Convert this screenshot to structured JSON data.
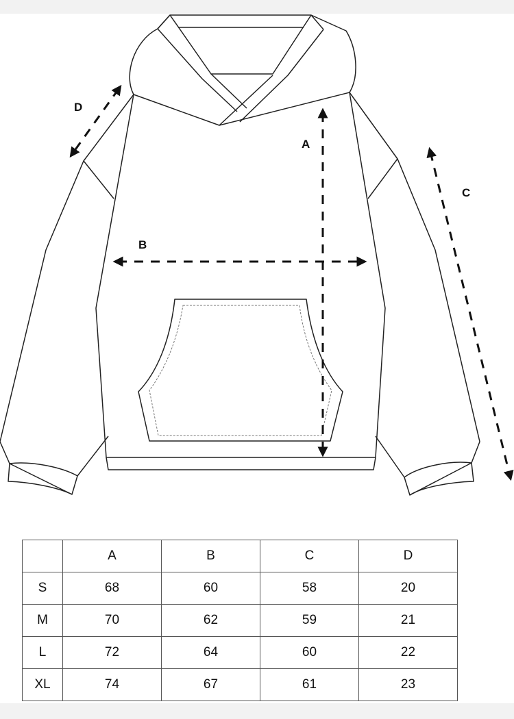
{
  "diagram": {
    "subject": "hoodie flat sketch",
    "labels": {
      "A": "A",
      "B": "B",
      "C": "C",
      "D": "D"
    }
  },
  "size_table": {
    "columns": [
      "",
      "A",
      "B",
      "C",
      "D"
    ],
    "rows": [
      {
        "size": "S",
        "A": "68",
        "B": "60",
        "C": "58",
        "D": "20"
      },
      {
        "size": "M",
        "A": "70",
        "B": "62",
        "C": "59",
        "D": "21"
      },
      {
        "size": "L",
        "A": "72",
        "B": "64",
        "C": "60",
        "D": "22"
      },
      {
        "size": "XL",
        "A": "74",
        "B": "67",
        "C": "61",
        "D": "23"
      }
    ]
  },
  "colors": {
    "background": "#f2f2f2",
    "canvas": "#ffffff",
    "line": "#222222"
  }
}
